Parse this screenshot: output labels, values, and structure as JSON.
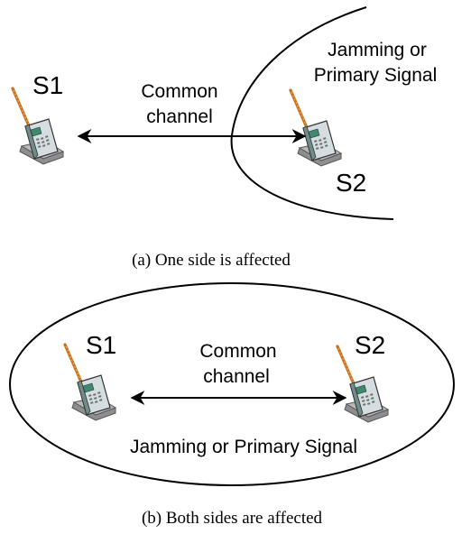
{
  "diagram_a": {
    "node_left": "S1",
    "node_right": "S2",
    "link_label_line1": "Common",
    "link_label_line2": "channel",
    "region_label_line1": "Jamming or",
    "region_label_line2": "Primary Signal",
    "caption": "(a) One side is affected"
  },
  "diagram_b": {
    "node_left": "S1",
    "node_right": "S2",
    "link_label_line1": "Common",
    "link_label_line2": "channel",
    "region_label": "Jamming or Primary Signal",
    "caption": "(b) Both sides are affected"
  },
  "icons": {
    "radio": "handheld-radio-icon"
  }
}
